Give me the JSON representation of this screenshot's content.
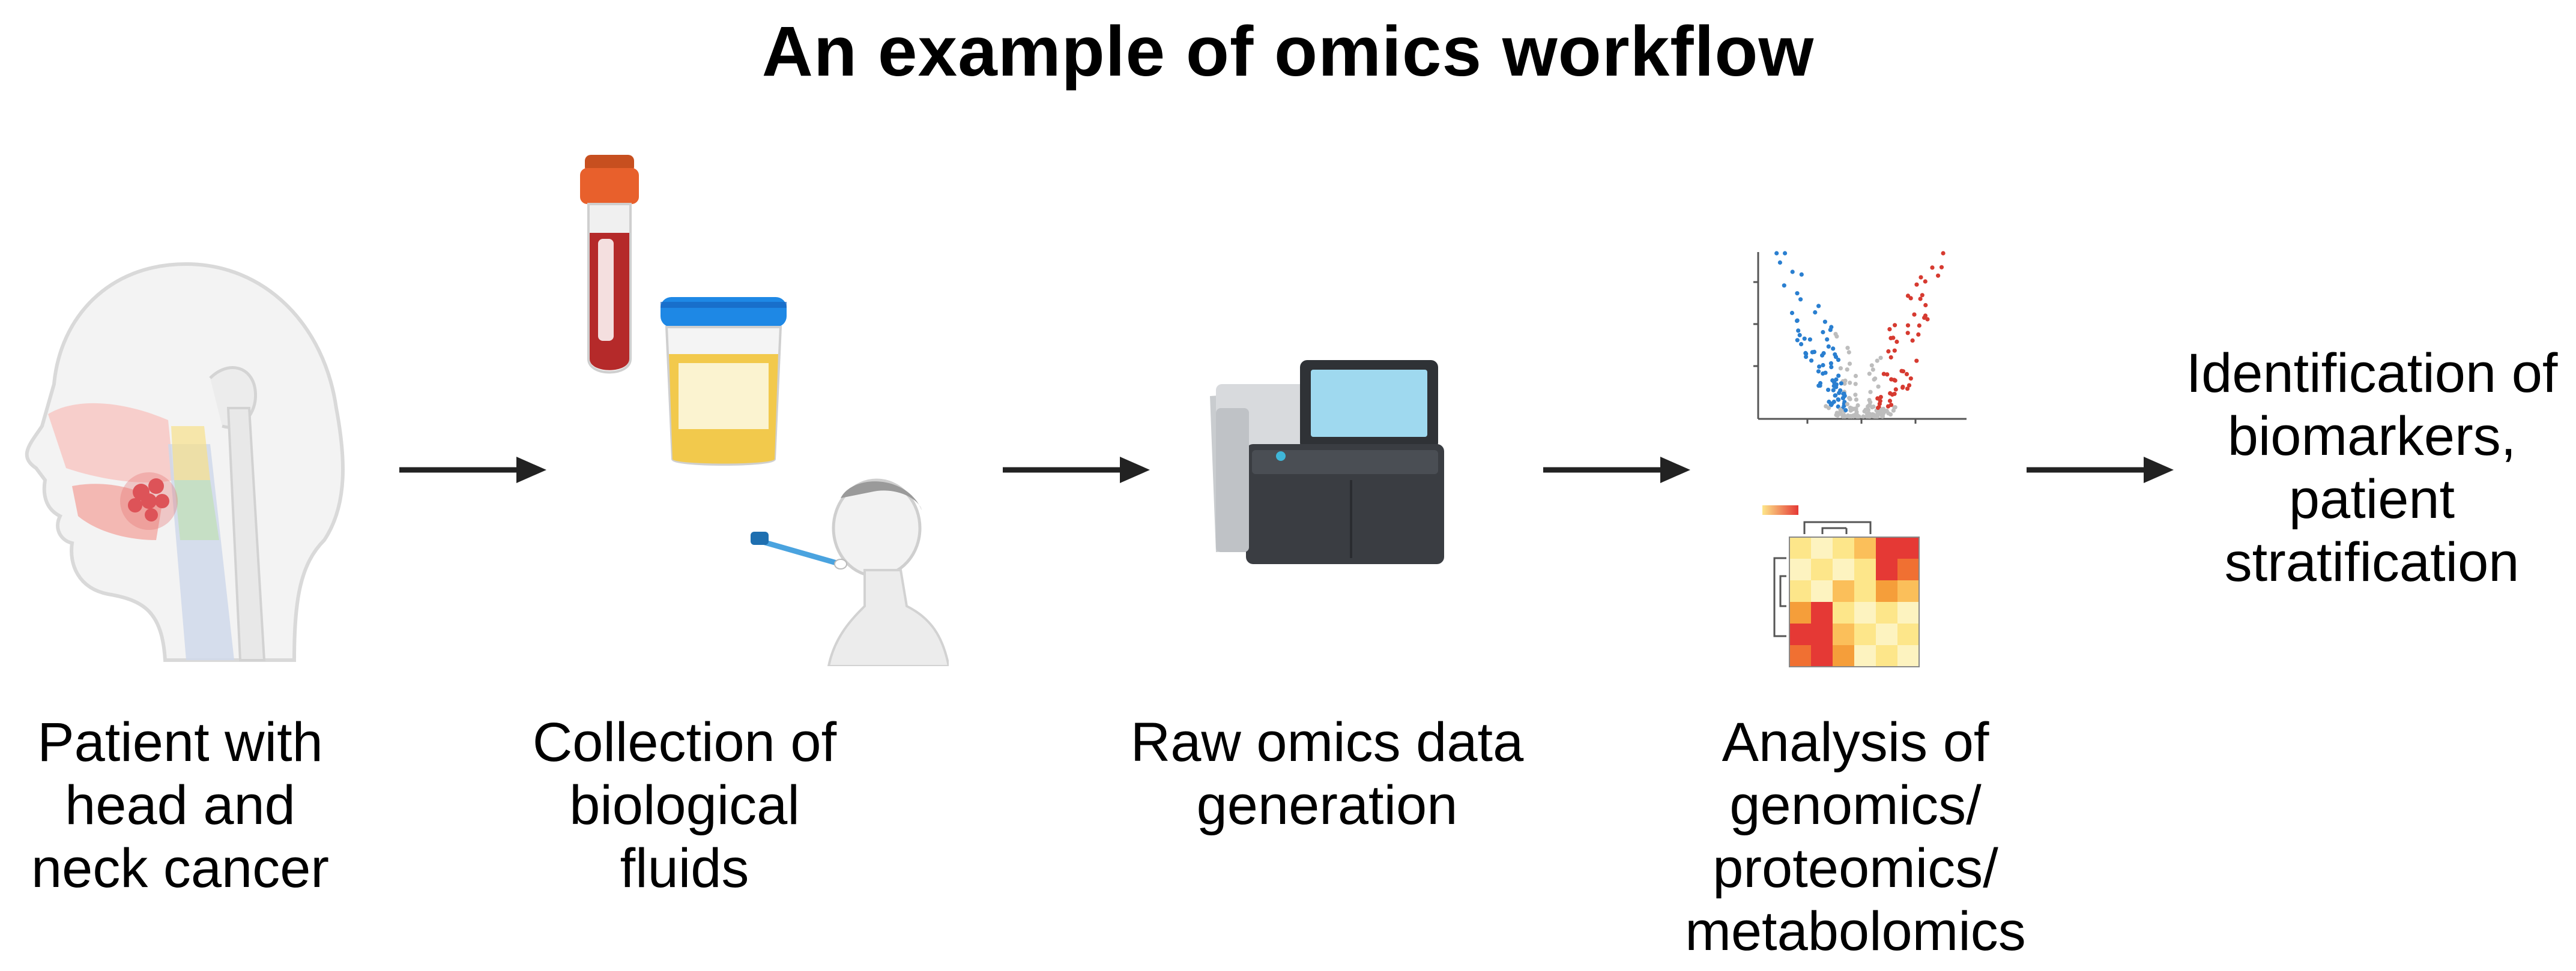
{
  "title": "An example of omics workflow",
  "steps": [
    {
      "label_lines": [
        "Patient with",
        "head and",
        "neck cancer"
      ]
    },
    {
      "label_lines": [
        "Collection of",
        "biological",
        "fluids"
      ]
    },
    {
      "label_lines": [
        "Raw omics data",
        "generation"
      ]
    },
    {
      "label_lines": [
        "Analysis of",
        "genomics/",
        "proteomics/",
        "metabolomics"
      ]
    },
    {
      "label_lines": [
        "Identification of",
        "biomarkers,",
        "patient",
        "stratification"
      ]
    }
  ],
  "colors": {
    "arrow": "#222222",
    "blood": "#b52a2a",
    "tube_cap": "#e8602c",
    "urine": "#f2c94c",
    "cup_lid": "#1e88e5",
    "volcano_down": "#2a7fd0",
    "volcano_up": "#d63a30",
    "volcano_ns": "#bdbdbd",
    "sequencer_body": "#3a3d42",
    "sequencer_screen": "#9fd9ef"
  },
  "icons": [
    "head-anatomy-icon",
    "blood-tube-icon",
    "urine-cup-icon",
    "saliva-swab-icon",
    "sequencer-icon",
    "volcano-plot-icon",
    "heatmap-icon"
  ]
}
